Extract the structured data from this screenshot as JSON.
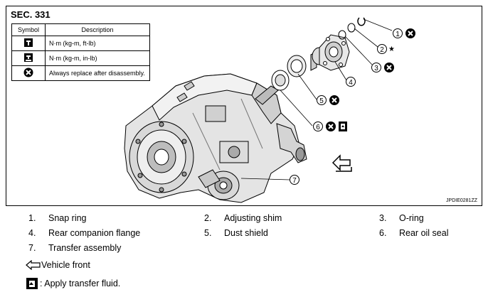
{
  "section_title": "SEC. 331",
  "symbol_table": {
    "header_symbol": "Symbol",
    "header_description": "Description",
    "rows": [
      {
        "icon": "torque-wrench-icon",
        "description": "N·m (kg-m, ft-lb)"
      },
      {
        "icon": "torque-wrench-small-icon",
        "description": "N·m (kg-m, in-lb)"
      },
      {
        "icon": "replace-x-icon",
        "description": "Always replace after disassembly."
      }
    ]
  },
  "callouts": [
    "1",
    "2",
    "3",
    "4",
    "5",
    "6",
    "7"
  ],
  "star_mark": "★",
  "figure_id": "JPDIE0281ZZ",
  "parts": [
    {
      "num": "1.",
      "name": "Snap ring"
    },
    {
      "num": "2.",
      "name": "Adjusting shim"
    },
    {
      "num": "3.",
      "name": "O-ring"
    },
    {
      "num": "4.",
      "name": "Rear companion flange"
    },
    {
      "num": "5.",
      "name": "Dust shield"
    },
    {
      "num": "6.",
      "name": "Rear oil seal"
    },
    {
      "num": "7.",
      "name": "Transfer assembly"
    }
  ],
  "notes": {
    "vehicle_front": "Vehicle front",
    "apply_fluid": ": Apply transfer fluid."
  }
}
